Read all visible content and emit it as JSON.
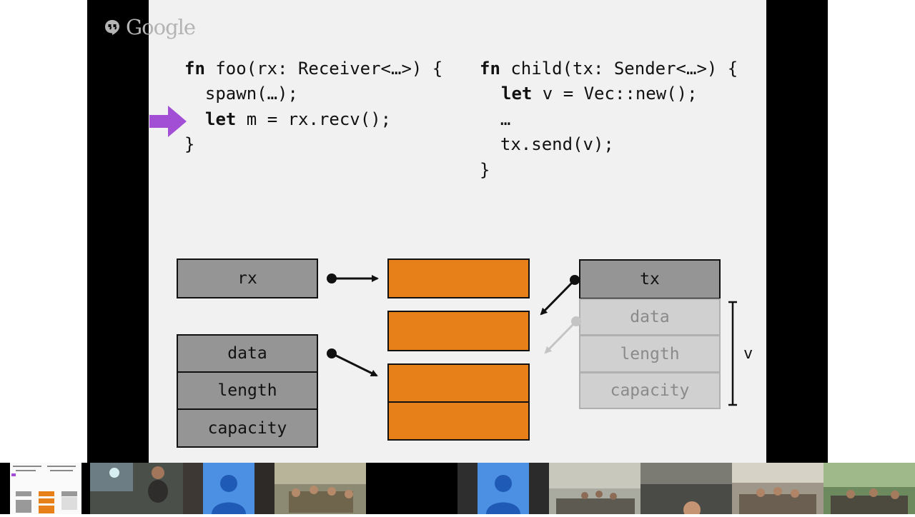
{
  "logo": {
    "text": "Google"
  },
  "code_left": {
    "line1_kw": "fn",
    "line1_rest": " foo(rx: Receiver<…>) {",
    "line2": "  spawn(…);",
    "line3_kw": "let",
    "line3_rest": " m = rx.recv();",
    "line4": "}"
  },
  "code_right": {
    "line1_kw": "fn",
    "line1_rest": " child(tx: Sender<…>) {",
    "line2_kw": "let",
    "line2_rest": " v = Vec::new();",
    "line3": "  …",
    "line4": "  tx.send(v);",
    "line5": "}"
  },
  "diagram": {
    "rx": "rx",
    "left_vec": [
      "data",
      "length",
      "capacity"
    ],
    "tx": "tx",
    "right_vec": [
      "data",
      "length",
      "capacity"
    ],
    "brace_label": "v"
  },
  "colors": {
    "arrow": "#a24fd6",
    "orange": "#e8801a",
    "gray": "#959595",
    "slide_bg": "#f1f1f1"
  }
}
